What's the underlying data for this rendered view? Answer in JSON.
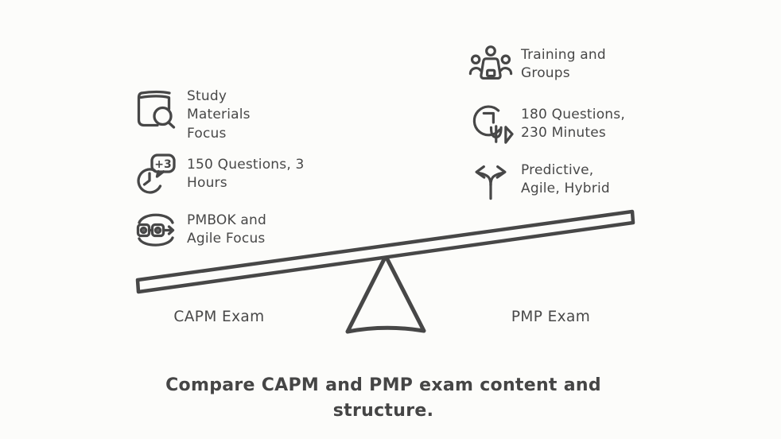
{
  "colors": {
    "background": "#fcfcfa",
    "ink": "#474747",
    "text": "#484848"
  },
  "features": {
    "left": [
      {
        "icon": "book-search-icon",
        "label": "Study\nMaterials\nFocus"
      },
      {
        "icon": "clock-plus-3-icon",
        "label": "150 Questions, 3\nHours",
        "badge": "+3"
      },
      {
        "icon": "process-cycle-icon",
        "label": "PMBOK and\nAgile Focus"
      }
    ],
    "right": [
      {
        "icon": "training-group-icon",
        "label": "Training and\nGroups"
      },
      {
        "icon": "exam-clock-icon",
        "label": "180 Questions,\n230 Minutes"
      },
      {
        "icon": "branching-paths-icon",
        "label": "Predictive,\nAgile, Hybrid"
      }
    ]
  },
  "seesaw": {
    "left_label": "CAPM Exam",
    "right_label": "PMP Exam"
  },
  "caption": "Compare CAPM and PMP exam content and\nstructure."
}
